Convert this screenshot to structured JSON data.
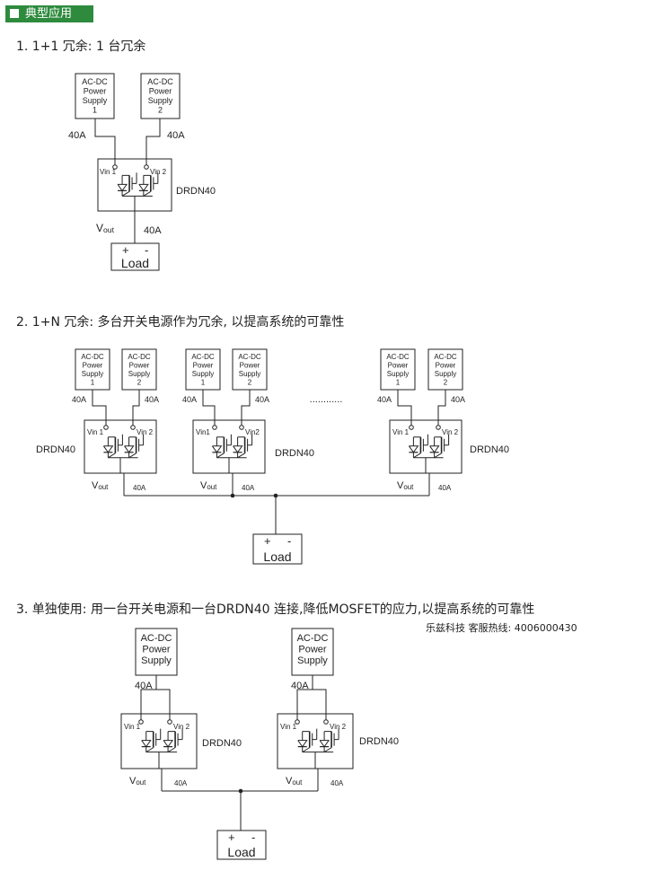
{
  "header": {
    "title": "典型应用"
  },
  "sections": [
    {
      "title": "1. 1+1 冗余: 1 台冗余"
    },
    {
      "title": "2. 1+N 冗余: 多台开关电源作为冗余, 以提高系统的可靠性"
    },
    {
      "title": "3. 单独使用: 用一台开关电源和一台DRDN40 连接,降低MOSFET的应力,以提高系统的可靠性"
    }
  ],
  "hotline": "乐兹科技 客服热线: 4006000430",
  "labels": {
    "psu_lines": [
      "AC-DC",
      "Power",
      "Supply"
    ],
    "module": "DRDN40",
    "vin1": "Vin 1",
    "vin1_short": "Vin1",
    "vin2": "Vin 2",
    "vin2_short": "Vin2",
    "v": "V",
    "out": "out",
    "current": "40A",
    "load": "Load",
    "plus": "+",
    "minus": "-",
    "unit1": "1",
    "unit2": "2",
    "ellipsis": "............"
  },
  "colors": {
    "header_bg": "#2e8b3e",
    "ink": "#222222"
  }
}
